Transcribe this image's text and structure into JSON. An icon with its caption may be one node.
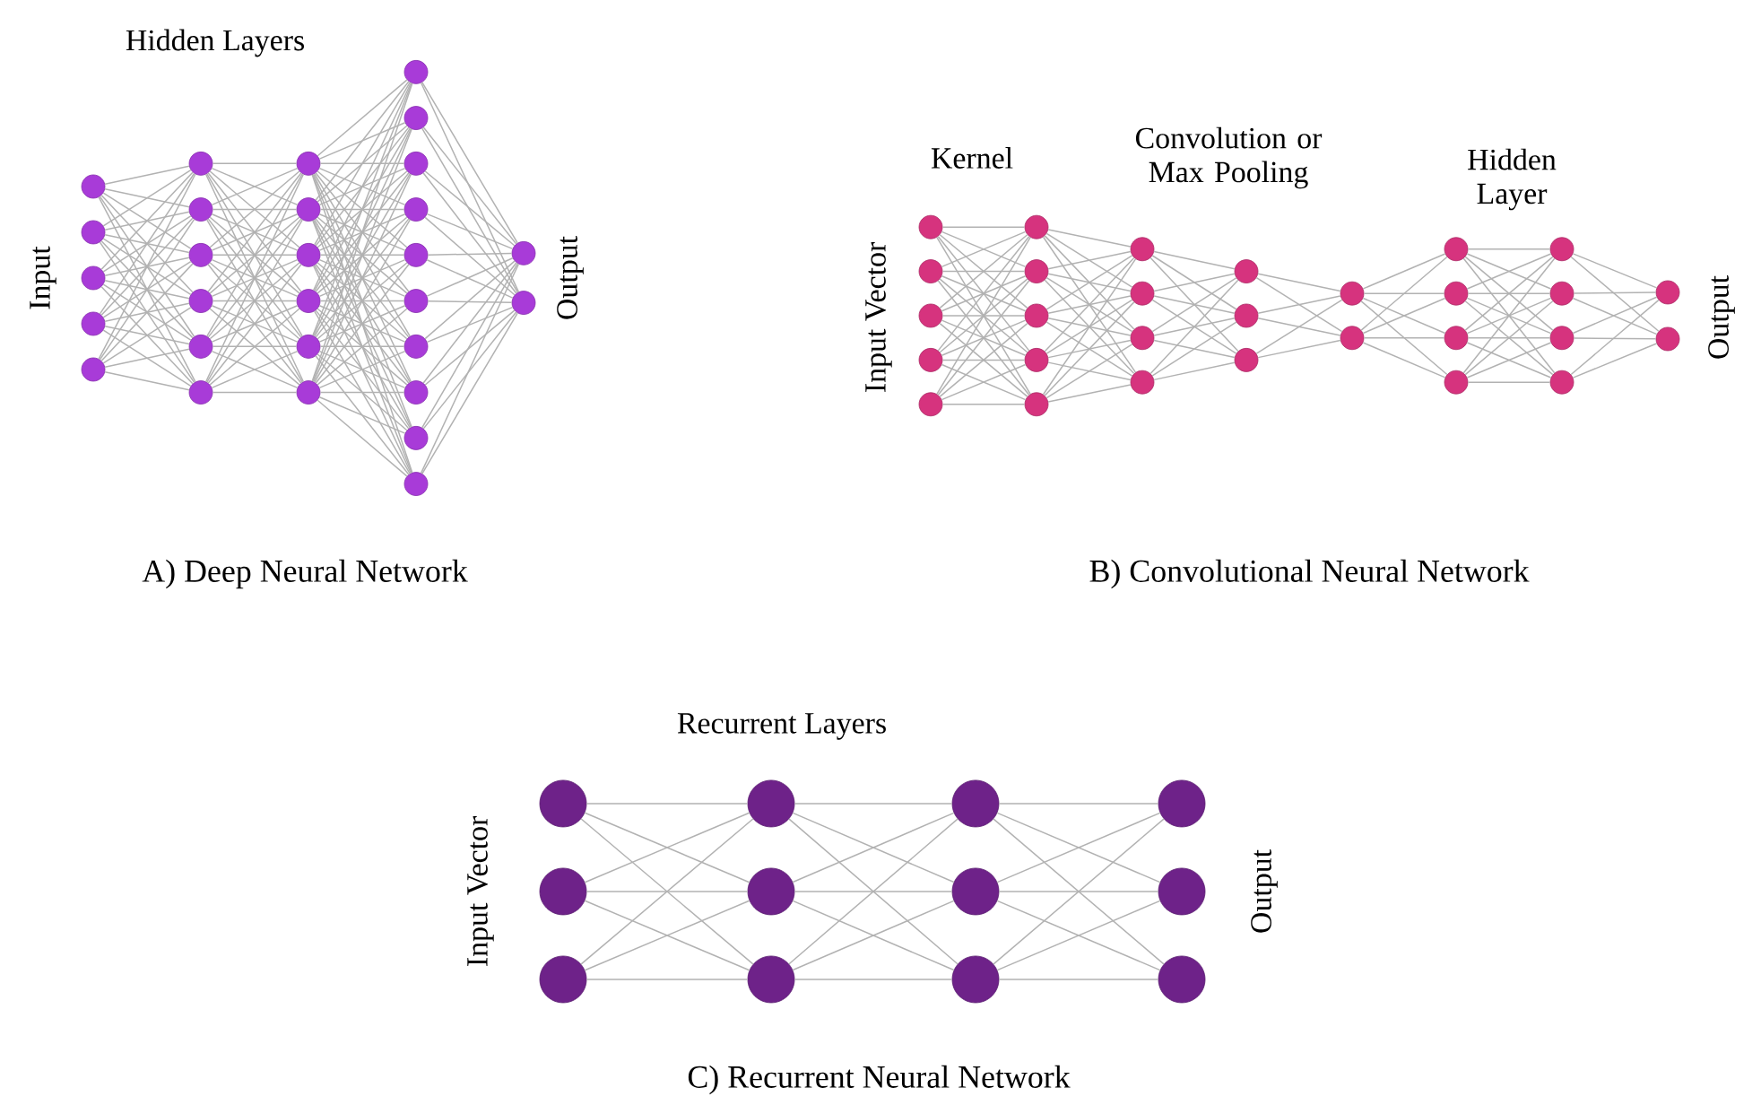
{
  "diagram": {
    "nodes": [
      {
        "text": [],
        "shape": "circle"
      },
      {
        "text": [],
        "shape": "circle"
      },
      {
        "text": [],
        "shape": "circle"
      },
      {
        "text": [],
        "shape": "circle"
      },
      {
        "text": [],
        "shape": "circle"
      },
      {
        "text": [],
        "shape": "circle"
      },
      {
        "text": [],
        "shape": "circle"
      },
      {
        "text": [],
        "shape": "circle"
      },
      {
        "text": [],
        "shape": "circle"
      },
      {
        "text": [],
        "shape": "circle"
      },
      {
        "text": [],
        "shape": "circle"
      },
      {
        "text": [],
        "shape": "circle"
      },
      {
        "text": [],
        "shape": "circle"
      },
      {
        "text": [],
        "shape": "circle"
      },
      {
        "text": [],
        "shape": "circle"
      },
      {
        "text": [],
        "shape": "circle"
      },
      {
        "text": [],
        "shape": "circle"
      },
      {
        "text": [],
        "shape": "circle"
      },
      {
        "text": [],
        "shape": "circle"
      },
      {
        "text": [],
        "shape": "circle"
      },
      {
        "text": [],
        "shape": "circle"
      },
      {
        "text": [],
        "shape": "circle"
      },
      {
        "text": [],
        "shape": "circle"
      },
      {
        "text": [],
        "shape": "circle"
      },
      {
        "text": [],
        "shape": "circle"
      },
      {
        "text": [],
        "shape": "circle"
      },
      {
        "text": [],
        "shape": "circle"
      },
      {
        "text": [],
        "shape": "circle"
      },
      {
        "text": [],
        "shape": "circle"
      },
      {
        "text": [],
        "shape": "circle"
      },
      {
        "text": [],
        "shape": "circle"
      },
      {
        "text": [],
        "shape": "circle"
      },
      {
        "text": [],
        "shape": "circle"
      },
      {
        "text": [],
        "shape": "circle"
      },
      {
        "text": [],
        "shape": "circle"
      },
      {
        "text": [],
        "shape": "circle"
      },
      {
        "text": [],
        "shape": "circle"
      },
      {
        "text": [],
        "shape": "circle"
      },
      {
        "text": [],
        "shape": "circle"
      },
      {
        "text": [],
        "shape": "circle"
      },
      {
        "text": [],
        "shape": "circle"
      },
      {
        "text": [],
        "shape": "circle"
      },
      {
        "text": [],
        "shape": "circle"
      },
      {
        "text": [],
        "shape": "circle"
      },
      {
        "text": [],
        "shape": "circle"
      },
      {
        "text": [],
        "shape": "circle"
      },
      {
        "text": [],
        "shape": "circle"
      },
      {
        "text": [],
        "shape": "circle"
      },
      {
        "text": [],
        "shape": "circle"
      },
      {
        "text": [],
        "shape": "circle"
      },
      {
        "text": [],
        "shape": "circle"
      },
      {
        "text": [],
        "shape": "circle"
      },
      {
        "text": [],
        "shape": "circle"
      },
      {
        "text": [],
        "shape": "circle"
      },
      {
        "text": [],
        "shape": "circle"
      },
      {
        "text": [],
        "shape": "circle"
      },
      {
        "text": [],
        "shape": "circle"
      },
      {
        "text": [],
        "shape": "circle"
      },
      {
        "text": [],
        "shape": "circle"
      },
      {
        "text": [],
        "shape": "circle"
      },
      {
        "text": [],
        "shape": "circle"
      },
      {
        "text": [],
        "shape": "circle"
      },
      {
        "text": [],
        "shape": "circle"
      },
      {
        "text": [],
        "shape": "circle"
      },
      {
        "text": [],
        "shape": "circle"
      },
      {
        "text": [],
        "shape": "circle"
      },
      {
        "text": [],
        "shape": "circle"
      },
      {
        "text": [],
        "shape": "circle"
      },
      {
        "text": [],
        "shape": "circle"
      },
      {
        "text": [],
        "shape": "circle"
      }
    ],
    "edges": [
      {
        "from": 0,
        "to": 5,
        "arrow": "none"
      },
      {
        "from": 0,
        "to": 6,
        "arrow": "none"
      },
      {
        "from": 0,
        "to": 7,
        "arrow": "none"
      },
      {
        "from": 0,
        "to": 8,
        "arrow": "none"
      },
      {
        "from": 0,
        "to": 9,
        "arrow": "none"
      },
      {
        "from": 0,
        "to": 10,
        "arrow": "none"
      },
      {
        "from": 1,
        "to": 5,
        "arrow": "none"
      },
      {
        "from": 1,
        "to": 6,
        "arrow": "none"
      },
      {
        "from": 1,
        "to": 7,
        "arrow": "none"
      },
      {
        "from": 1,
        "to": 8,
        "arrow": "none"
      },
      {
        "from": 1,
        "to": 9,
        "arrow": "none"
      },
      {
        "from": 1,
        "to": 10,
        "arrow": "none"
      },
      {
        "from": 2,
        "to": 5,
        "arrow": "none"
      },
      {
        "from": 2,
        "to": 6,
        "arrow": "none"
      },
      {
        "from": 2,
        "to": 7,
        "arrow": "none"
      },
      {
        "from": 2,
        "to": 8,
        "arrow": "none"
      },
      {
        "from": 2,
        "to": 9,
        "arrow": "none"
      },
      {
        "from": 2,
        "to": 10,
        "arrow": "none"
      },
      {
        "from": 3,
        "to": 5,
        "arrow": "none"
      },
      {
        "from": 3,
        "to": 6,
        "arrow": "none"
      },
      {
        "from": 3,
        "to": 7,
        "arrow": "none"
      },
      {
        "from": 3,
        "to": 8,
        "arrow": "none"
      },
      {
        "from": 3,
        "to": 9,
        "arrow": "none"
      },
      {
        "from": 3,
        "to": 10,
        "arrow": "none"
      },
      {
        "from": 4,
        "to": 5,
        "arrow": "none"
      },
      {
        "from": 4,
        "to": 6,
        "arrow": "none"
      },
      {
        "from": 4,
        "to": 7,
        "arrow": "none"
      },
      {
        "from": 4,
        "to": 8,
        "arrow": "none"
      },
      {
        "from": 4,
        "to": 9,
        "arrow": "none"
      },
      {
        "from": 4,
        "to": 10,
        "arrow": "none"
      },
      {
        "from": 5,
        "to": 11,
        "arrow": "none"
      },
      {
        "from": 5,
        "to": 12,
        "arrow": "none"
      },
      {
        "from": 5,
        "to": 13,
        "arrow": "none"
      },
      {
        "from": 5,
        "to": 14,
        "arrow": "none"
      },
      {
        "from": 5,
        "to": 15,
        "arrow": "none"
      },
      {
        "from": 5,
        "to": 16,
        "arrow": "none"
      },
      {
        "from": 6,
        "to": 11,
        "arrow": "none"
      },
      {
        "from": 6,
        "to": 12,
        "arrow": "none"
      },
      {
        "from": 6,
        "to": 13,
        "arrow": "none"
      },
      {
        "from": 6,
        "to": 14,
        "arrow": "none"
      },
      {
        "from": 6,
        "to": 15,
        "arrow": "none"
      },
      {
        "from": 6,
        "to": 16,
        "arrow": "none"
      },
      {
        "from": 7,
        "to": 11,
        "arrow": "none"
      },
      {
        "from": 7,
        "to": 12,
        "arrow": "none"
      },
      {
        "from": 7,
        "to": 13,
        "arrow": "none"
      },
      {
        "from": 7,
        "to": 14,
        "arrow": "none"
      },
      {
        "from": 7,
        "to": 15,
        "arrow": "none"
      },
      {
        "from": 7,
        "to": 16,
        "arrow": "none"
      },
      {
        "from": 8,
        "to": 11,
        "arrow": "none"
      },
      {
        "from": 8,
        "to": 12,
        "arrow": "none"
      },
      {
        "from": 8,
        "to": 13,
        "arrow": "none"
      },
      {
        "from": 8,
        "to": 14,
        "arrow": "none"
      },
      {
        "from": 8,
        "to": 15,
        "arrow": "none"
      },
      {
        "from": 8,
        "to": 16,
        "arrow": "none"
      },
      {
        "from": 9,
        "to": 11,
        "arrow": "none"
      },
      {
        "from": 9,
        "to": 12,
        "arrow": "none"
      },
      {
        "from": 9,
        "to": 13,
        "arrow": "none"
      },
      {
        "from": 9,
        "to": 14,
        "arrow": "none"
      },
      {
        "from": 9,
        "to": 15,
        "arrow": "none"
      },
      {
        "from": 9,
        "to": 16,
        "arrow": "none"
      },
      {
        "from": 10,
        "to": 11,
        "arrow": "none"
      },
      {
        "from": 10,
        "to": 12,
        "arrow": "none"
      },
      {
        "from": 10,
        "to": 13,
        "arrow": "none"
      },
      {
        "from": 10,
        "to": 14,
        "arrow": "none"
      },
      {
        "from": 10,
        "to": 15,
        "arrow": "none"
      },
      {
        "from": 10,
        "to": 16,
        "arrow": "none"
      },
      {
        "from": 11,
        "to": 17,
        "arrow": "none"
      },
      {
        "from": 11,
        "to": 18,
        "arrow": "none"
      },
      {
        "from": 11,
        "to": 19,
        "arrow": "none"
      },
      {
        "from": 11,
        "to": 20,
        "arrow": "none"
      },
      {
        "from": 11,
        "to": 21,
        "arrow": "none"
      },
      {
        "from": 11,
        "to": 22,
        "arrow": "none"
      },
      {
        "from": 11,
        "to": 23,
        "arrow": "none"
      },
      {
        "from": 11,
        "to": 24,
        "arrow": "none"
      },
      {
        "from": 11,
        "to": 25,
        "arrow": "none"
      },
      {
        "from": 11,
        "to": 26,
        "arrow": "none"
      },
      {
        "from": 12,
        "to": 17,
        "arrow": "none"
      },
      {
        "from": 12,
        "to": 18,
        "arrow": "none"
      },
      {
        "from": 12,
        "to": 19,
        "arrow": "none"
      },
      {
        "from": 12,
        "to": 20,
        "arrow": "none"
      },
      {
        "from": 12,
        "to": 21,
        "arrow": "none"
      },
      {
        "from": 12,
        "to": 22,
        "arrow": "none"
      },
      {
        "from": 12,
        "to": 23,
        "arrow": "none"
      },
      {
        "from": 12,
        "to": 24,
        "arrow": "none"
      },
      {
        "from": 12,
        "to": 25,
        "arrow": "none"
      },
      {
        "from": 12,
        "to": 26,
        "arrow": "none"
      },
      {
        "from": 13,
        "to": 17,
        "arrow": "none"
      },
      {
        "from": 13,
        "to": 18,
        "arrow": "none"
      },
      {
        "from": 13,
        "to": 19,
        "arrow": "none"
      },
      {
        "from": 13,
        "to": 20,
        "arrow": "none"
      },
      {
        "from": 13,
        "to": 21,
        "arrow": "none"
      },
      {
        "from": 13,
        "to": 22,
        "arrow": "none"
      },
      {
        "from": 13,
        "to": 23,
        "arrow": "none"
      },
      {
        "from": 13,
        "to": 24,
        "arrow": "none"
      },
      {
        "from": 13,
        "to": 25,
        "arrow": "none"
      },
      {
        "from": 13,
        "to": 26,
        "arrow": "none"
      },
      {
        "from": 14,
        "to": 17,
        "arrow": "none"
      },
      {
        "from": 14,
        "to": 18,
        "arrow": "none"
      },
      {
        "from": 14,
        "to": 19,
        "arrow": "none"
      },
      {
        "from": 14,
        "to": 20,
        "arrow": "none"
      },
      {
        "from": 14,
        "to": 21,
        "arrow": "none"
      },
      {
        "from": 14,
        "to": 22,
        "arrow": "none"
      },
      {
        "from": 14,
        "to": 23,
        "arrow": "none"
      },
      {
        "from": 14,
        "to": 24,
        "arrow": "none"
      },
      {
        "from": 14,
        "to": 25,
        "arrow": "none"
      },
      {
        "from": 14,
        "to": 26,
        "arrow": "none"
      },
      {
        "from": 15,
        "to": 17,
        "arrow": "none"
      },
      {
        "from": 15,
        "to": 18,
        "arrow": "none"
      },
      {
        "from": 15,
        "to": 19,
        "arrow": "none"
      },
      {
        "from": 15,
        "to": 20,
        "arrow": "none"
      },
      {
        "from": 15,
        "to": 21,
        "arrow": "none"
      },
      {
        "from": 15,
        "to": 22,
        "arrow": "none"
      },
      {
        "from": 15,
        "to": 23,
        "arrow": "none"
      },
      {
        "from": 15,
        "to": 24,
        "arrow": "none"
      },
      {
        "from": 15,
        "to": 25,
        "arrow": "none"
      },
      {
        "from": 15,
        "to": 26,
        "arrow": "none"
      },
      {
        "from": 16,
        "to": 17,
        "arrow": "none"
      },
      {
        "from": 16,
        "to": 18,
        "arrow": "none"
      },
      {
        "from": 16,
        "to": 19,
        "arrow": "none"
      },
      {
        "from": 16,
        "to": 20,
        "arrow": "none"
      },
      {
        "from": 16,
        "to": 21,
        "arrow": "none"
      },
      {
        "from": 16,
        "to": 22,
        "arrow": "none"
      },
      {
        "from": 16,
        "to": 23,
        "arrow": "none"
      },
      {
        "from": 16,
        "to": 24,
        "arrow": "none"
      },
      {
        "from": 16,
        "to": 25,
        "arrow": "none"
      },
      {
        "from": 16,
        "to": 26,
        "arrow": "none"
      },
      {
        "from": 17,
        "to": 27,
        "arrow": "none"
      },
      {
        "from": 17,
        "to": 28,
        "arrow": "none"
      },
      {
        "from": 18,
        "to": 27,
        "arrow": "none"
      },
      {
        "from": 18,
        "to": 28,
        "arrow": "none"
      },
      {
        "from": 19,
        "to": 27,
        "arrow": "none"
      },
      {
        "from": 19,
        "to": 28,
        "arrow": "none"
      },
      {
        "from": 20,
        "to": 27,
        "arrow": "none"
      },
      {
        "from": 20,
        "to": 28,
        "arrow": "none"
      },
      {
        "from": 21,
        "to": 27,
        "arrow": "none"
      },
      {
        "from": 21,
        "to": 28,
        "arrow": "none"
      },
      {
        "from": 22,
        "to": 27,
        "arrow": "none"
      },
      {
        "from": 22,
        "to": 28,
        "arrow": "none"
      },
      {
        "from": 23,
        "to": 27,
        "arrow": "none"
      },
      {
        "from": 23,
        "to": 28,
        "arrow": "none"
      },
      {
        "from": 24,
        "to": 27,
        "arrow": "none"
      },
      {
        "from": 24,
        "to": 28,
        "arrow": "none"
      },
      {
        "from": 25,
        "to": 27,
        "arrow": "none"
      },
      {
        "from": 25,
        "to": 28,
        "arrow": "none"
      },
      {
        "from": 26,
        "to": 27,
        "arrow": "none"
      },
      {
        "from": 26,
        "to": 28,
        "arrow": "none"
      },
      {
        "from": 29,
        "to": 34,
        "arrow": "none"
      },
      {
        "from": 29,
        "to": 35,
        "arrow": "none"
      },
      {
        "from": 29,
        "to": 36,
        "arrow": "none"
      },
      {
        "from": 29,
        "to": 37,
        "arrow": "none"
      },
      {
        "from": 29,
        "to": 38,
        "arrow": "none"
      },
      {
        "from": 30,
        "to": 34,
        "arrow": "none"
      },
      {
        "from": 30,
        "to": 35,
        "arrow": "none"
      },
      {
        "from": 30,
        "to": 36,
        "arrow": "none"
      },
      {
        "from": 30,
        "to": 37,
        "arrow": "none"
      },
      {
        "from": 30,
        "to": 38,
        "arrow": "none"
      },
      {
        "from": 31,
        "to": 34,
        "arrow": "none"
      },
      {
        "from": 31,
        "to": 35,
        "arrow": "none"
      },
      {
        "from": 31,
        "to": 36,
        "arrow": "none"
      },
      {
        "from": 31,
        "to": 37,
        "arrow": "none"
      },
      {
        "from": 31,
        "to": 38,
        "arrow": "none"
      },
      {
        "from": 32,
        "to": 34,
        "arrow": "none"
      },
      {
        "from": 32,
        "to": 35,
        "arrow": "none"
      },
      {
        "from": 32,
        "to": 36,
        "arrow": "none"
      },
      {
        "from": 32,
        "to": 37,
        "arrow": "none"
      },
      {
        "from": 32,
        "to": 38,
        "arrow": "none"
      },
      {
        "from": 33,
        "to": 34,
        "arrow": "none"
      },
      {
        "from": 33,
        "to": 35,
        "arrow": "none"
      },
      {
        "from": 33,
        "to": 36,
        "arrow": "none"
      },
      {
        "from": 33,
        "to": 37,
        "arrow": "none"
      },
      {
        "from": 33,
        "to": 38,
        "arrow": "none"
      },
      {
        "from": 34,
        "to": 39,
        "arrow": "none"
      },
      {
        "from": 34,
        "to": 40,
        "arrow": "none"
      },
      {
        "from": 34,
        "to": 41,
        "arrow": "none"
      },
      {
        "from": 34,
        "to": 42,
        "arrow": "none"
      },
      {
        "from": 35,
        "to": 39,
        "arrow": "none"
      },
      {
        "from": 35,
        "to": 40,
        "arrow": "none"
      },
      {
        "from": 35,
        "to": 41,
        "arrow": "none"
      },
      {
        "from": 35,
        "to": 42,
        "arrow": "none"
      },
      {
        "from": 36,
        "to": 39,
        "arrow": "none"
      },
      {
        "from": 36,
        "to": 40,
        "arrow": "none"
      },
      {
        "from": 36,
        "to": 41,
        "arrow": "none"
      },
      {
        "from": 36,
        "to": 42,
        "arrow": "none"
      },
      {
        "from": 37,
        "to": 39,
        "arrow": "none"
      },
      {
        "from": 37,
        "to": 40,
        "arrow": "none"
      },
      {
        "from": 37,
        "to": 41,
        "arrow": "none"
      },
      {
        "from": 37,
        "to": 42,
        "arrow": "none"
      },
      {
        "from": 38,
        "to": 39,
        "arrow": "none"
      },
      {
        "from": 38,
        "to": 40,
        "arrow": "none"
      },
      {
        "from": 38,
        "to": 41,
        "arrow": "none"
      },
      {
        "from": 38,
        "to": 42,
        "arrow": "none"
      },
      {
        "from": 39,
        "to": 43,
        "arrow": "none"
      },
      {
        "from": 39,
        "to": 44,
        "arrow": "none"
      },
      {
        "from": 39,
        "to": 45,
        "arrow": "none"
      },
      {
        "from": 40,
        "to": 43,
        "arrow": "none"
      },
      {
        "from": 40,
        "to": 44,
        "arrow": "none"
      },
      {
        "from": 40,
        "to": 45,
        "arrow": "none"
      },
      {
        "from": 41,
        "to": 43,
        "arrow": "none"
      },
      {
        "from": 41,
        "to": 44,
        "arrow": "none"
      },
      {
        "from": 41,
        "to": 45,
        "arrow": "none"
      },
      {
        "from": 42,
        "to": 43,
        "arrow": "none"
      },
      {
        "from": 42,
        "to": 44,
        "arrow": "none"
      },
      {
        "from": 42,
        "to": 45,
        "arrow": "none"
      },
      {
        "from": 43,
        "to": 46,
        "arrow": "none"
      },
      {
        "from": 43,
        "to": 47,
        "arrow": "none"
      },
      {
        "from": 44,
        "to": 46,
        "arrow": "none"
      },
      {
        "from": 44,
        "to": 47,
        "arrow": "none"
      },
      {
        "from": 45,
        "to": 46,
        "arrow": "none"
      },
      {
        "from": 45,
        "to": 47,
        "arrow": "none"
      },
      {
        "from": 46,
        "to": 48,
        "arrow": "none"
      },
      {
        "from": 46,
        "to": 49,
        "arrow": "none"
      },
      {
        "from": 46,
        "to": 50,
        "arrow": "none"
      },
      {
        "from": 46,
        "to": 51,
        "arrow": "none"
      },
      {
        "from": 47,
        "to": 48,
        "arrow": "none"
      },
      {
        "from": 47,
        "to": 49,
        "arrow": "none"
      },
      {
        "from": 47,
        "to": 50,
        "arrow": "none"
      },
      {
        "from": 47,
        "to": 51,
        "arrow": "none"
      },
      {
        "from": 48,
        "to": 52,
        "arrow": "none"
      },
      {
        "from": 48,
        "to": 53,
        "arrow": "none"
      },
      {
        "from": 48,
        "to": 54,
        "arrow": "none"
      },
      {
        "from": 48,
        "to": 55,
        "arrow": "none"
      },
      {
        "from": 49,
        "to": 52,
        "arrow": "none"
      },
      {
        "from": 49,
        "to": 53,
        "arrow": "none"
      },
      {
        "from": 49,
        "to": 54,
        "arrow": "none"
      },
      {
        "from": 49,
        "to": 55,
        "arrow": "none"
      },
      {
        "from": 50,
        "to": 52,
        "arrow": "none"
      },
      {
        "from": 50,
        "to": 53,
        "arrow": "none"
      },
      {
        "from": 50,
        "to": 54,
        "arrow": "none"
      },
      {
        "from": 50,
        "to": 55,
        "arrow": "none"
      },
      {
        "from": 51,
        "to": 52,
        "arrow": "none"
      },
      {
        "from": 51,
        "to": 53,
        "arrow": "none"
      },
      {
        "from": 51,
        "to": 54,
        "arrow": "none"
      },
      {
        "from": 51,
        "to": 55,
        "arrow": "none"
      },
      {
        "from": 52,
        "to": 56,
        "arrow": "none"
      },
      {
        "from": 52,
        "to": 57,
        "arrow": "none"
      },
      {
        "from": 53,
        "to": 56,
        "arrow": "none"
      },
      {
        "from": 53,
        "to": 57,
        "arrow": "none"
      },
      {
        "from": 54,
        "to": 56,
        "arrow": "none"
      },
      {
        "from": 54,
        "to": 57,
        "arrow": "none"
      },
      {
        "from": 55,
        "to": 56,
        "arrow": "none"
      },
      {
        "from": 55,
        "to": 57,
        "arrow": "none"
      },
      {
        "from": 58,
        "to": 61,
        "arrow": "none"
      },
      {
        "from": 58,
        "to": 62,
        "arrow": "none"
      },
      {
        "from": 58,
        "to": 63,
        "arrow": "none"
      },
      {
        "from": 59,
        "to": 61,
        "arrow": "none"
      },
      {
        "from": 59,
        "to": 62,
        "arrow": "none"
      },
      {
        "from": 59,
        "to": 63,
        "arrow": "none"
      },
      {
        "from": 60,
        "to": 61,
        "arrow": "none"
      },
      {
        "from": 60,
        "to": 62,
        "arrow": "none"
      },
      {
        "from": 60,
        "to": 63,
        "arrow": "none"
      },
      {
        "from": 61,
        "to": 64,
        "arrow": "none"
      },
      {
        "from": 61,
        "to": 65,
        "arrow": "none"
      },
      {
        "from": 61,
        "to": 66,
        "arrow": "none"
      },
      {
        "from": 62,
        "to": 64,
        "arrow": "none"
      },
      {
        "from": 62,
        "to": 65,
        "arrow": "none"
      },
      {
        "from": 62,
        "to": 66,
        "arrow": "none"
      },
      {
        "from": 63,
        "to": 64,
        "arrow": "none"
      },
      {
        "from": 63,
        "to": 65,
        "arrow": "none"
      },
      {
        "from": 63,
        "to": 66,
        "arrow": "none"
      },
      {
        "from": 64,
        "to": 67,
        "arrow": "none"
      },
      {
        "from": 64,
        "to": 68,
        "arrow": "none"
      },
      {
        "from": 64,
        "to": 69,
        "arrow": "none"
      },
      {
        "from": 65,
        "to": 67,
        "arrow": "none"
      },
      {
        "from": 65,
        "to": 68,
        "arrow": "none"
      },
      {
        "from": 65,
        "to": 69,
        "arrow": "none"
      },
      {
        "from": 66,
        "to": 67,
        "arrow": "none"
      },
      {
        "from": 66,
        "to": 68,
        "arrow": "none"
      },
      {
        "from": 66,
        "to": 69,
        "arrow": "none"
      }
    ],
    "labels": [
      "Hidden Layers",
      "Input",
      "Output",
      "Kernel",
      "Convolution or Max Pooling",
      "Hidden Layer",
      "Input Vector",
      "Output",
      "A) Deep Neural Network",
      "B) Convolutional Neural Network",
      "Recurrent Layers",
      "Input Vector",
      "Output",
      "C) Recurrent Neural Network"
    ]
  }
}
